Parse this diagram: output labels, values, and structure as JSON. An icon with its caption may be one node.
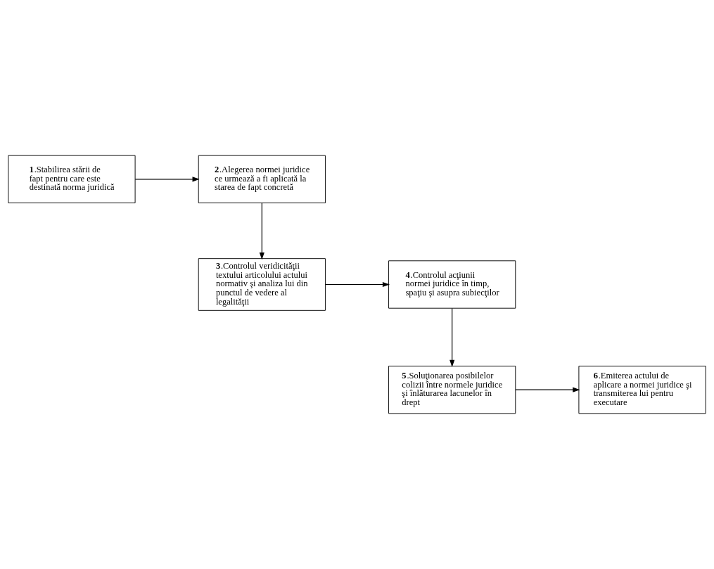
{
  "diagram": {
    "nodes": [
      {
        "text": [
          "**1**.Stabilirea stării de fapt pentru care este destinată norma juridică"
        ]
      },
      {
        "text": [
          "**2**.Alegerea normei juridice ce urmează a fi aplicată la starea de fapt concretă"
        ]
      },
      {
        "text": [
          "**3**.Controlul veridicităţii textului articolului actului normativ şi analiza lui din punctul de vedere al legalităţii"
        ]
      },
      {
        "text": [
          "**4**.Controlul acţiunii normei juridice în timp, spaţiu şi asupra subiecţilor"
        ]
      },
      {
        "text": [
          "**5**.Soluţionarea posibilelor colizii între normele juridice şi înlăturarea lacunelor în drept"
        ]
      },
      {
        "text": [
          "**6**.Emiterea actului de aplicare a normei juridice şi transmiterea lui pentru executare"
        ]
      }
    ],
    "edges": [
      {
        "from": 0,
        "to": 1,
        "arrow": "to"
      },
      {
        "from": 1,
        "to": 2,
        "arrow": "to"
      },
      {
        "from": 2,
        "to": 3,
        "arrow": "to"
      },
      {
        "from": 3,
        "to": 4,
        "arrow": "to"
      },
      {
        "from": 4,
        "to": 5,
        "arrow": "to"
      }
    ]
  }
}
